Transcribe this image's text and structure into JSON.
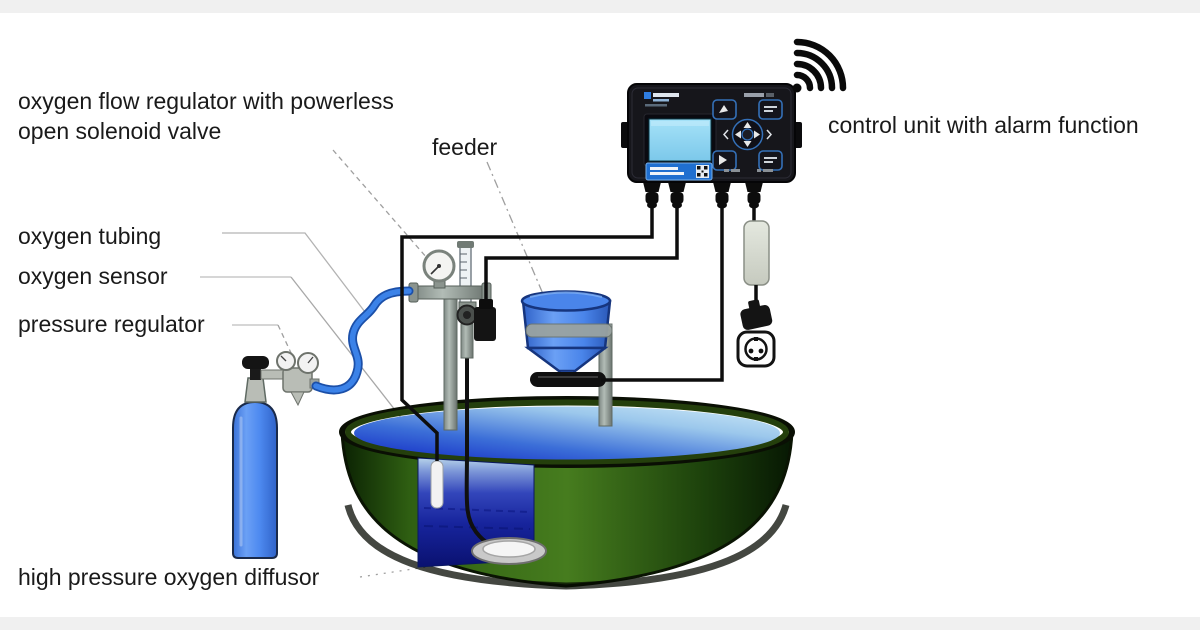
{
  "diagram_title": "aquaculture oxygen supply system with control unit",
  "labels": {
    "flow_regulator_line1": "oxygen flow regulator with powerless",
    "flow_regulator_line2": "open solenoid valve",
    "feeder": "feeder",
    "control_unit": "control unit with alarm function",
    "oxygen_tubing": "oxygen tubing",
    "oxygen_sensor": "oxygen sensor",
    "pressure_regulator": "pressure regulator",
    "diffusor": "high pressure oxygen diffusor"
  },
  "components": [
    "oxygen cylinder",
    "pressure regulator with two gauges",
    "blue oxygen tubing",
    "oxygen flow regulator with pressure gauge and flow meter",
    "powerless open solenoid valve",
    "feeder hopper with feed spreader",
    "control unit with keypad, LCD screen and wifi alarm",
    "power adapter, plug and wall socket",
    "round fish tank with water",
    "underwater oxygen sensor",
    "high pressure oxygen diffusor disc"
  ],
  "icons": {
    "wifi": "wifi-icon",
    "pressure_gauge": "pressure-gauge-icon",
    "flow_meter": "flow-meter-icon",
    "power_plug": "power-plug-icon",
    "power_socket": "power-socket-icon",
    "qr_code": "qr-code-icon",
    "dpad": "dpad-icon"
  },
  "colors": {
    "background": "#ffffff",
    "frame_bar": "#f0f0f0",
    "label_text": "#1a1a1a",
    "leader_line": "#9a9a9a",
    "oxygen_tube_blue": "#3b82e8",
    "cylinder_blue": "#4e8af0",
    "feeder_blue": "#4a85ea",
    "tank_wall_green": "#3f7518",
    "water_dark_blue": "#1026c4",
    "water_light_blue": "#cfeaf8",
    "window_navy": "#0a1170",
    "pipe_gray": "#9aa3a1",
    "adapter_gray": "#d9ddd4",
    "control_unit_body": "#16161b",
    "screen_blue": "#8ed9f4",
    "keypad_outline": "#3470b8",
    "sticker_blue": "#1f6fd0",
    "cable_black": "#0d0d0d"
  }
}
